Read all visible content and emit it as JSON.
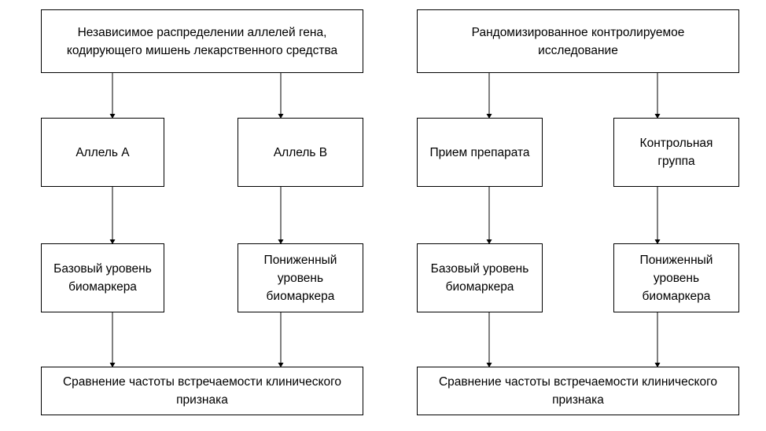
{
  "left_diagram": {
    "top_box": "Независимое распределении аллелей гена,\nкодирующего мишень лекарственного средства",
    "branch_a": {
      "group": "Аллель А",
      "biomarker": "Базовый уровень\nбиомаркера"
    },
    "branch_b": {
      "group": "Аллель В",
      "biomarker": "Пониженный\nуровень\nбиомаркера"
    },
    "bottom_box": "Сравнение частоты встречаемости клинического\nпризнака"
  },
  "right_diagram": {
    "top_box": "Рандомизированное контролируемое\nисследование",
    "branch_a": {
      "group": "Прием препарата",
      "biomarker": "Базовый уровень\nбиомаркера"
    },
    "branch_b": {
      "group": "Контрольная\nгруппа",
      "biomarker": "Пониженный\nуровень\nбиомаркера"
    },
    "bottom_box": "Сравнение частоты встречаемости клинического\nпризнака"
  }
}
